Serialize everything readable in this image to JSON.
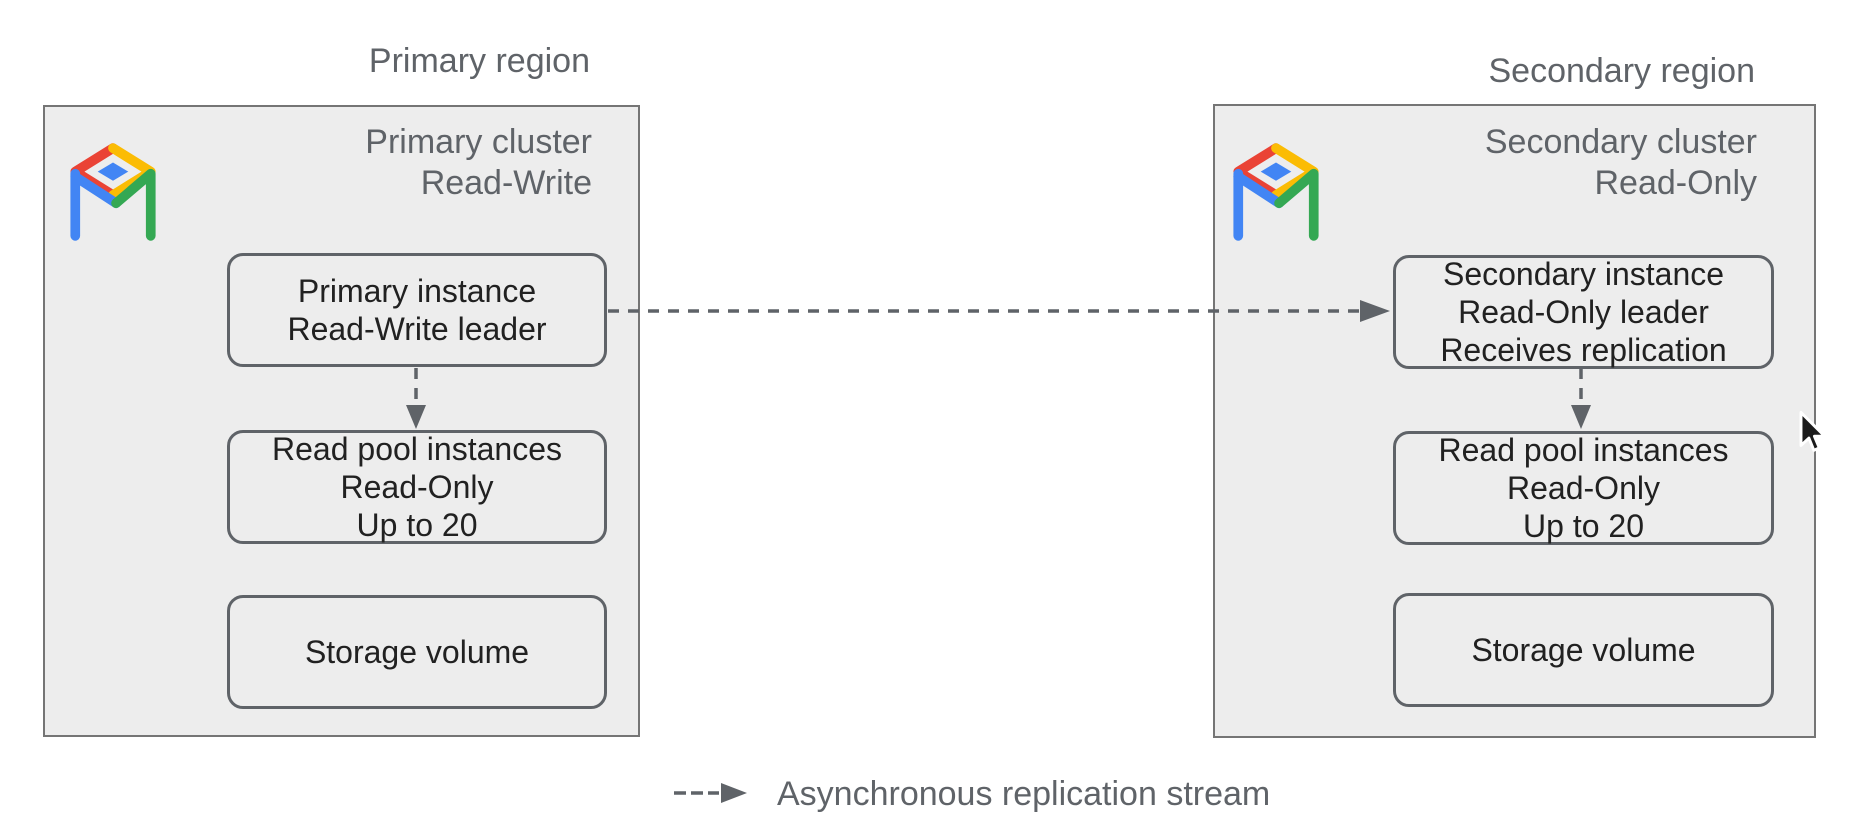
{
  "diagram": {
    "primary": {
      "region_label": "Primary region",
      "cluster_title_line1": "Primary cluster",
      "cluster_title_line2": "Read-Write",
      "instance_box": {
        "line1": "Primary instance",
        "line2": "Read-Write leader"
      },
      "read_pool_box": {
        "line1": "Read pool instances",
        "line2": "Read-Only",
        "line3": "Up to 20"
      },
      "storage_box": {
        "label": "Storage volume"
      }
    },
    "secondary": {
      "region_label": "Secondary region",
      "cluster_title_line1": "Secondary cluster",
      "cluster_title_line2": "Read-Only",
      "instance_box": {
        "line1": "Secondary instance",
        "line2": "Read-Only leader",
        "line3": "Receives replication"
      },
      "read_pool_box": {
        "line1": "Read pool instances",
        "line2": "Read-Only",
        "line3": "Up to 20"
      },
      "storage_box": {
        "label": "Storage volume"
      }
    },
    "legend": {
      "label": "Asynchronous replication stream"
    },
    "icons": {
      "cluster_logo": "alloydb-logo",
      "replication_arrow": "dashed-arrow-right",
      "flow_arrow": "dashed-arrow-down",
      "pointer": "mouse-cursor"
    },
    "colors": {
      "cluster_fill": "#ededed",
      "cluster_border": "#757575",
      "box_border": "#5f6368",
      "box_text": "#212121",
      "title_text": "#5f6368",
      "arrow": "#5f6368",
      "logo_red": "#ea4335",
      "logo_yellow": "#fbbc04",
      "logo_green": "#34a853",
      "logo_blue": "#4285f4"
    }
  }
}
